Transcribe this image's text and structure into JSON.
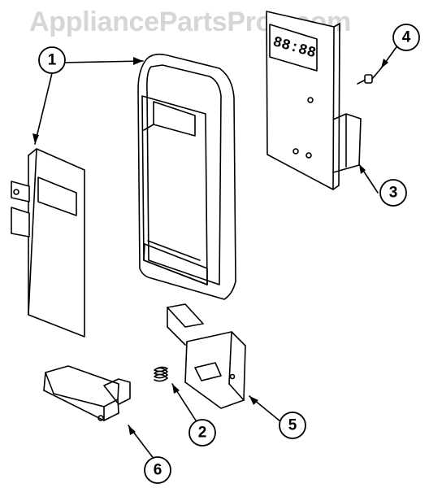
{
  "watermark": "AppliancePartsPros.com",
  "display_digits": "88:88",
  "callouts": [
    {
      "id": "1",
      "label": "1"
    },
    {
      "id": "2",
      "label": "2"
    },
    {
      "id": "3",
      "label": "3"
    },
    {
      "id": "4",
      "label": "4"
    },
    {
      "id": "5",
      "label": "5"
    },
    {
      "id": "6",
      "label": "6"
    }
  ],
  "colors": {
    "line": "#000000",
    "part_fill": "#ffffff",
    "watermark": "#d6d6d6"
  }
}
